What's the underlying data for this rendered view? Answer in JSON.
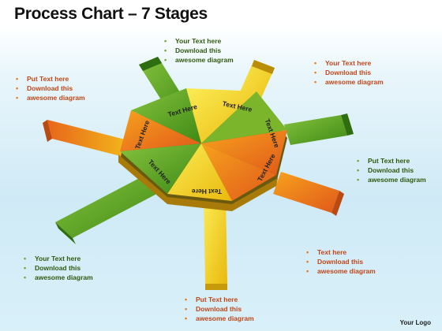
{
  "title": "Process Chart – 7 Stages",
  "center_labels": [
    "Text Here",
    "Text Here",
    "Text Here",
    "Text Here",
    "Text Here",
    "Text Here",
    "Text Here"
  ],
  "stage_1": [
    "Your Text here",
    "Download this",
    "awesome diagram"
  ],
  "stage_2": [
    "Your Text here",
    "Download this",
    "awesome diagram"
  ],
  "stage_3": [
    "Put Text here",
    "Download this",
    "awesome diagram"
  ],
  "stage_4": [
    "Text here",
    "Download this",
    "awesome diagram"
  ],
  "stage_5": [
    "Put Text here",
    "Download this",
    "awesome diagram"
  ],
  "stage_6": [
    "Your Text here",
    "Download this",
    "awesome diagram"
  ],
  "stage_7": [
    "Put Text here",
    "Download this",
    "awesome diagram"
  ],
  "logo": "Your Logo",
  "colors": {
    "green": "#4f9a1f",
    "yellow": "#f4d21a",
    "orange": "#e8701a"
  }
}
